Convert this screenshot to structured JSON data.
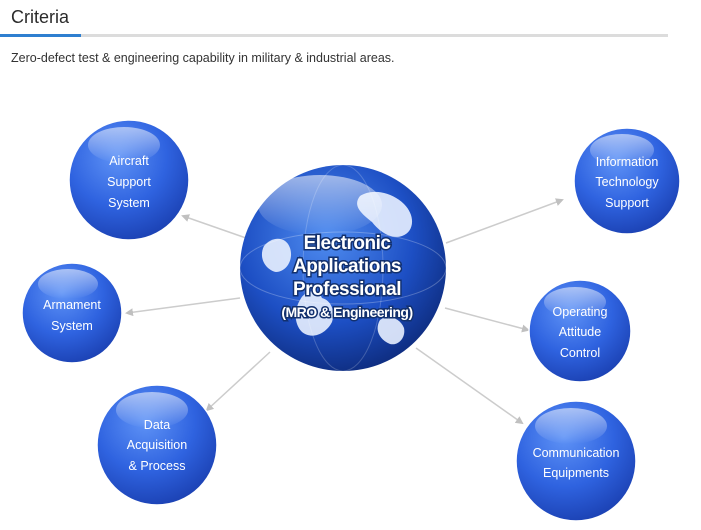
{
  "header": {
    "title": "Criteria",
    "subtitle": "Zero-defect test & engineering capability in military & industrial areas."
  },
  "colors": {
    "accent": "#2e7fd0",
    "node_blue": "#2f63e0",
    "connector": "#c8c8c8"
  },
  "diagram": {
    "center": {
      "lines": [
        "Electronic",
        "Applications",
        "Professional"
      ],
      "sub": "(MRO & Engineering)",
      "icon": "globe-icon"
    },
    "nodes": [
      {
        "id": "aircraft-support-system",
        "lines": [
          "Aircraft",
          "Support",
          "System"
        ]
      },
      {
        "id": "armament-system",
        "lines": [
          "Armament",
          "System"
        ]
      },
      {
        "id": "data-acquisition-process",
        "lines": [
          "Data",
          "Acquisition",
          "& Process"
        ]
      },
      {
        "id": "information-technology-support",
        "lines": [
          "Information",
          "Technology",
          "Support"
        ]
      },
      {
        "id": "operating-attitude-control",
        "lines": [
          "Operating",
          "Attitude",
          "Control"
        ]
      },
      {
        "id": "communication-equipments",
        "lines": [
          "Communication",
          "Equipments"
        ]
      }
    ]
  }
}
